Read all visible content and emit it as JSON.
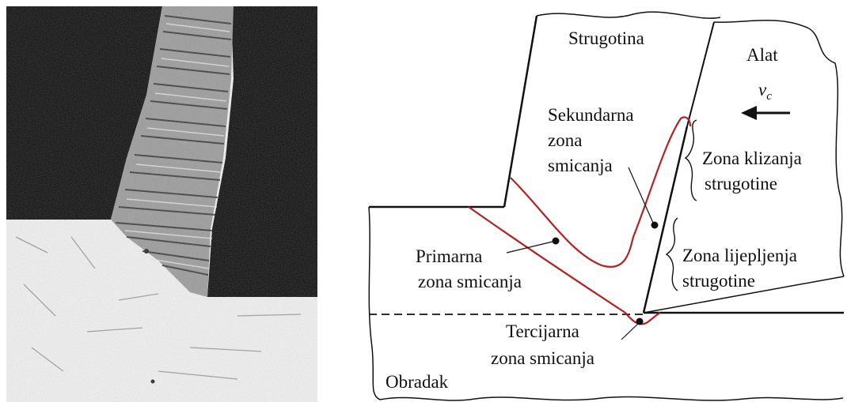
{
  "photo": {
    "description_hidden": ""
  },
  "labels": {
    "chip": "Strugotina",
    "tool": "Alat",
    "velocity_symbol": "v",
    "velocity_subscript": "c",
    "secondary_zone": [
      "Sekundarna",
      "zona",
      "smicanja"
    ],
    "sliding_zone": [
      "Zona klizanja",
      "strugotine"
    ],
    "sticking_zone": [
      "Zona lijepljenja",
      "strugotine"
    ],
    "primary_zone": [
      "Primarna",
      "zona smicanja"
    ],
    "tertiary_zone": [
      "Tercijarna",
      "zona smicanja"
    ],
    "workpiece": "Obradak"
  },
  "colors": {
    "shear_zone_outline": "#b22222",
    "outline": "#111111",
    "photo_dark": "#0a0a0a",
    "photo_light": "#f2f2f2"
  }
}
